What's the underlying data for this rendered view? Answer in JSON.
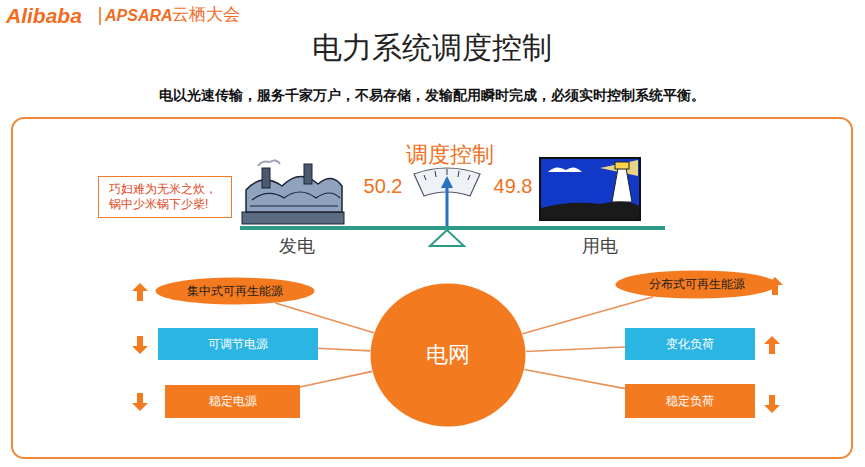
{
  "diagram": {
    "title": "电力系统调度控制",
    "nodes": [
      {
        "text": [
          "巧妇难为无米之炊，锅中少米锅下少柴!"
        ]
      },
      {
        "text": [
          "集中式可再生能源"
        ]
      },
      {
        "text": [
          "分布式可再生能源"
        ]
      },
      {
        "text": [
          "可调节电源"
        ]
      },
      {
        "text": [
          "电网"
        ]
      },
      {
        "text": [
          "变化负荷"
        ]
      },
      {
        "text": [
          "稳定电源"
        ]
      },
      {
        "text": [
          "稳定负荷"
        ]
      }
    ],
    "edges": [
      {
        "from": 1,
        "to": 4,
        "arrow": "none"
      },
      {
        "from": 3,
        "to": 4,
        "arrow": "none"
      },
      {
        "from": 6,
        "to": 4,
        "arrow": "none"
      },
      {
        "from": 2,
        "to": 4,
        "arrow": "none"
      },
      {
        "from": 5,
        "to": 4,
        "arrow": "none"
      },
      {
        "from": 7,
        "to": 4,
        "arrow": "none"
      }
    ],
    "labels": [
      "Alibaba",
      "APSARA",
      "云栖大会",
      "电以光速传输，服务千家万户，不易存储，发输配用瞬时完成，必须实时控制系统平衡。",
      "调度控制",
      "50.2",
      "49.8",
      "发电",
      "用电"
    ]
  }
}
